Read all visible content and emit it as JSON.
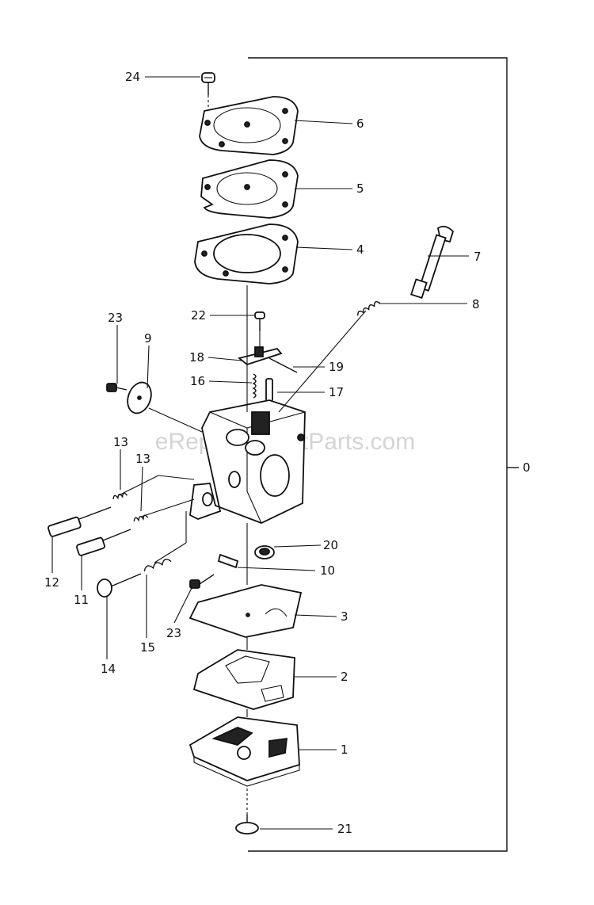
{
  "watermark": "eReplacementParts.com",
  "callouts": [
    {
      "id": "24",
      "text": "24"
    },
    {
      "id": "6",
      "text": "6"
    },
    {
      "id": "5",
      "text": "5"
    },
    {
      "id": "4",
      "text": "4"
    },
    {
      "id": "7",
      "text": "7"
    },
    {
      "id": "8",
      "text": "8"
    },
    {
      "id": "22",
      "text": "22"
    },
    {
      "id": "23a",
      "text": "23"
    },
    {
      "id": "9",
      "text": "9"
    },
    {
      "id": "18",
      "text": "18"
    },
    {
      "id": "19",
      "text": "19"
    },
    {
      "id": "16",
      "text": "16"
    },
    {
      "id": "17",
      "text": "17"
    },
    {
      "id": "13a",
      "text": "13"
    },
    {
      "id": "13b",
      "text": "13"
    },
    {
      "id": "0",
      "text": "0"
    },
    {
      "id": "20",
      "text": "20"
    },
    {
      "id": "10",
      "text": "10"
    },
    {
      "id": "12",
      "text": "12"
    },
    {
      "id": "11",
      "text": "11"
    },
    {
      "id": "23b",
      "text": "23"
    },
    {
      "id": "15",
      "text": "15"
    },
    {
      "id": "3",
      "text": "3"
    },
    {
      "id": "14",
      "text": "14"
    },
    {
      "id": "2",
      "text": "2"
    },
    {
      "id": "1",
      "text": "1"
    },
    {
      "id": "21",
      "text": "21"
    }
  ]
}
